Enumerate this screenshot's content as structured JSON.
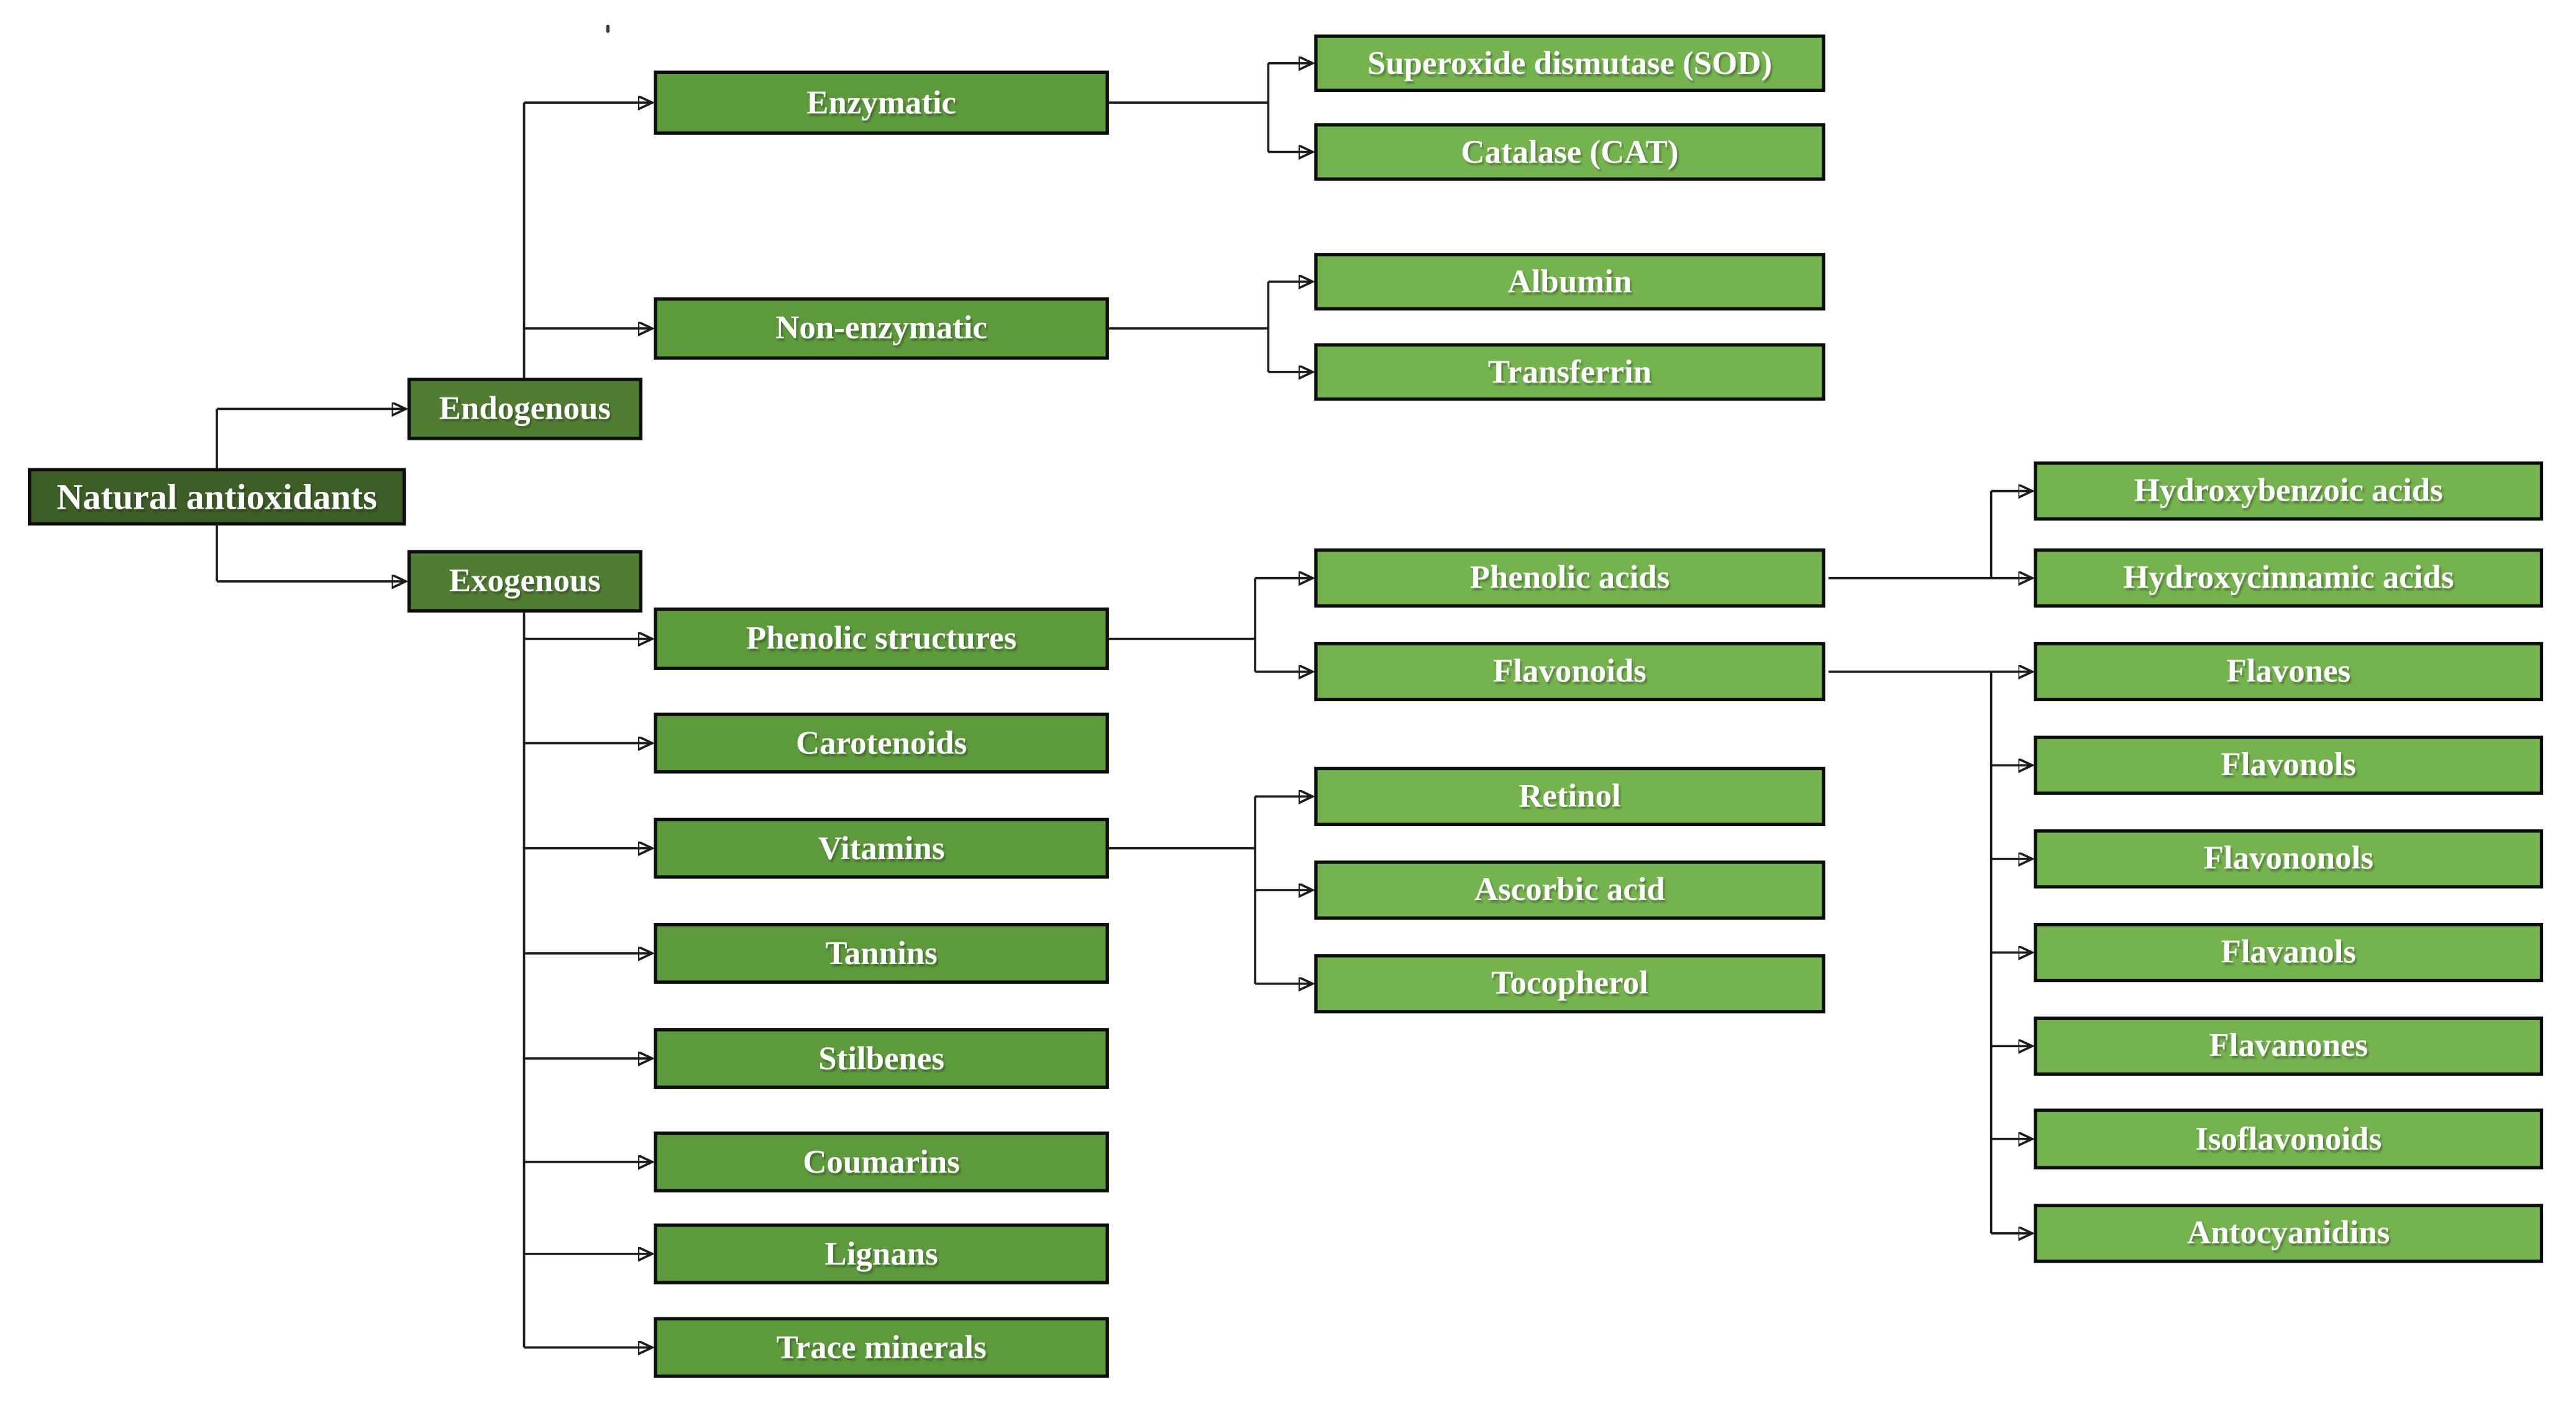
{
  "diagram": {
    "type": "hierarchy-flowchart",
    "root_label": "Natural antioxidants"
  },
  "nodes": {
    "root": "Natural antioxidants",
    "endogenous": "Endogenous",
    "exogenous": "Exogenous",
    "enzymatic": "Enzymatic",
    "non_enzymatic": "Non-enzymatic",
    "sod": "Superoxide dismutase (SOD)",
    "catalase": "Catalase (CAT)",
    "albumin": "Albumin",
    "transferrin": "Transferrin",
    "phenolic_structures": "Phenolic structures",
    "carotenoids": "Carotenoids",
    "vitamins": "Vitamins",
    "tannins": "Tannins",
    "stilbenes": "Stilbenes",
    "coumarins": "Coumarins",
    "lignans": "Lignans",
    "trace_minerals": "Trace minerals",
    "phenolic_acids": "Phenolic acids",
    "flavonoids": "Flavonoids",
    "retinol": "Retinol",
    "ascorbic_acid": "Ascorbic acid",
    "tocopherol": "Tocopherol",
    "hydroxybenzoic": "Hydroxybenzoic acids",
    "hydroxycinnamic": "Hydroxycinnamic acids",
    "flavones": "Flavones",
    "flavonols": "Flavonols",
    "flavononols": "Flavononols",
    "flavanols": "Flavanols",
    "flavanones": "Flavanones",
    "isoflavonoids": "Isoflavonoids",
    "antocyanidins": "Antocyanidins"
  },
  "hierarchy": {
    "root": [
      "endogenous",
      "exogenous"
    ],
    "endogenous": [
      "enzymatic",
      "non_enzymatic"
    ],
    "enzymatic": [
      "sod",
      "catalase"
    ],
    "non_enzymatic": [
      "albumin",
      "transferrin"
    ],
    "exogenous": [
      "phenolic_structures",
      "carotenoids",
      "vitamins",
      "tannins",
      "stilbenes",
      "coumarins",
      "lignans",
      "trace_minerals"
    ],
    "phenolic_structures": [
      "phenolic_acids",
      "flavonoids"
    ],
    "phenolic_acids": [
      "hydroxybenzoic",
      "hydroxycinnamic"
    ],
    "flavonoids": [
      "flavones",
      "flavonols",
      "flavononols",
      "flavanols",
      "flavanones",
      "isoflavonoids",
      "antocyanidins"
    ],
    "vitamins": [
      "retinol",
      "ascorbic_acid",
      "tocopherol"
    ]
  },
  "colors": {
    "root_fill": "#3d5e26",
    "level1_fill": "#507d32",
    "level2_fill": "#5c9a3c",
    "leaf_fill": "#74b34e",
    "border": "#0d0d0d",
    "line": "#1c1c1c",
    "text": "#ffffff",
    "background": "#ffffff"
  }
}
